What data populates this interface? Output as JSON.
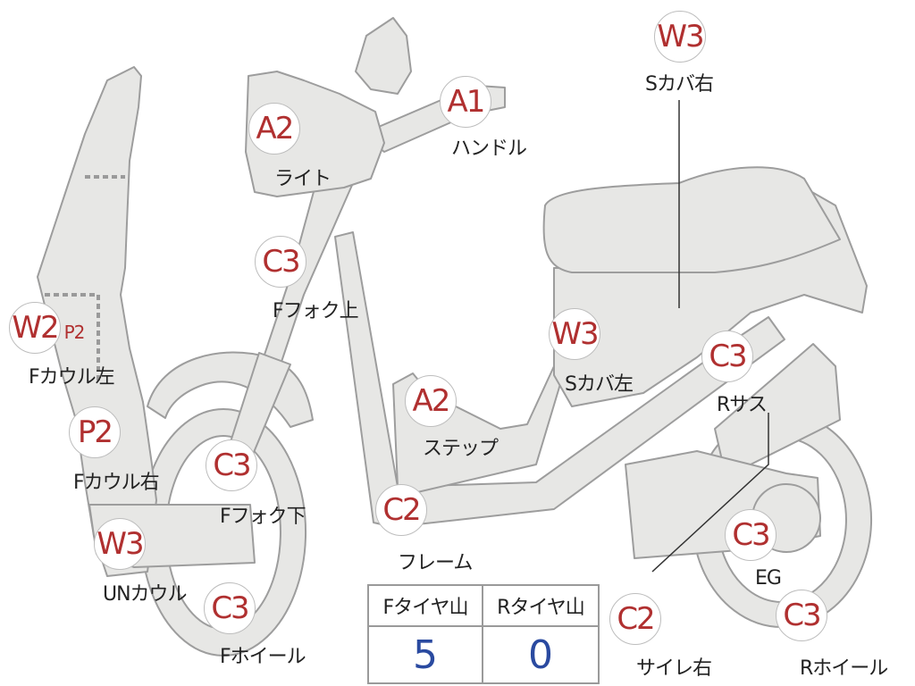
{
  "colors": {
    "part_fill": "#e7e7e5",
    "part_stroke": "#9d9d9d",
    "grade_text": "#b03030",
    "value_text": "#2a4aa0"
  },
  "parts": [
    {
      "id": "s-cover-right",
      "grade": "W3",
      "label": "Sカバ右"
    },
    {
      "id": "light",
      "grade": "A2",
      "label": "ライト"
    },
    {
      "id": "handle",
      "grade": "A1",
      "label": "ハンドル"
    },
    {
      "id": "f-fork-upper",
      "grade": "C3",
      "label": "Fフォク上"
    },
    {
      "id": "f-cowl-left",
      "grade": "W2",
      "grade2": "P2",
      "label": "Fカウル左"
    },
    {
      "id": "s-cover-left",
      "grade": "W3",
      "label": "Sカバ左"
    },
    {
      "id": "r-suspension",
      "grade": "C3",
      "label": "Rサス"
    },
    {
      "id": "step",
      "grade": "A2",
      "label": "ステップ"
    },
    {
      "id": "f-cowl-right",
      "grade": "P2",
      "label": "Fカウル右"
    },
    {
      "id": "f-fork-lower",
      "grade": "C3",
      "label": "Fフォク下"
    },
    {
      "id": "frame",
      "grade": "C2",
      "label": "フレーム"
    },
    {
      "id": "under-cowl",
      "grade": "W3",
      "label": "UNカウル"
    },
    {
      "id": "engine",
      "grade": "C3",
      "label": "EG"
    },
    {
      "id": "f-wheel",
      "grade": "C3",
      "label": "Fホイール"
    },
    {
      "id": "muffler-right",
      "grade": "C2",
      "label": "サイレ右"
    },
    {
      "id": "r-wheel",
      "grade": "C3",
      "label": "Rホイール"
    }
  ],
  "tire_tread": {
    "front_label": "Fタイヤ山",
    "rear_label": "Rタイヤ山",
    "front_value": "5",
    "rear_value": "0"
  }
}
